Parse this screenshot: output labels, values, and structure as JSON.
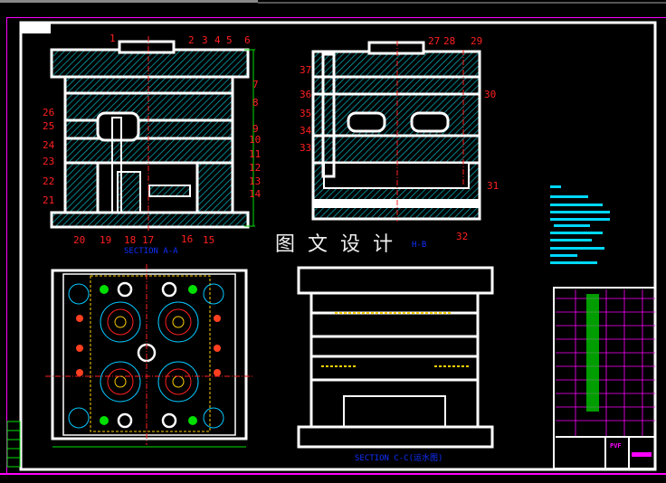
{
  "colors": {
    "background": "#000000",
    "outline": "#ffffff",
    "hatch": "#00c8c8",
    "labels": "#ff2020",
    "leaders": "#00e000",
    "section_text": "#1030ff",
    "frame": "#ff00ff"
  },
  "section_a": {
    "title": "SECTION A-A",
    "parts": [
      "1",
      "2",
      "3",
      "4",
      "5",
      "6",
      "7",
      "8",
      "9",
      "10",
      "11",
      "12",
      "13",
      "14",
      "15",
      "16",
      "17",
      "18",
      "19",
      "20",
      "21",
      "22",
      "23",
      "24",
      "25",
      "26"
    ]
  },
  "section_b": {
    "marker": "H-B",
    "parts": [
      "27",
      "28",
      "29",
      "30",
      "31",
      "32",
      "33",
      "34",
      "35",
      "36",
      "37"
    ]
  },
  "section_c": {
    "title": "SECTION C-C(运水图)"
  },
  "watermark": "图文设计",
  "title_block": {
    "code": "PVF"
  }
}
